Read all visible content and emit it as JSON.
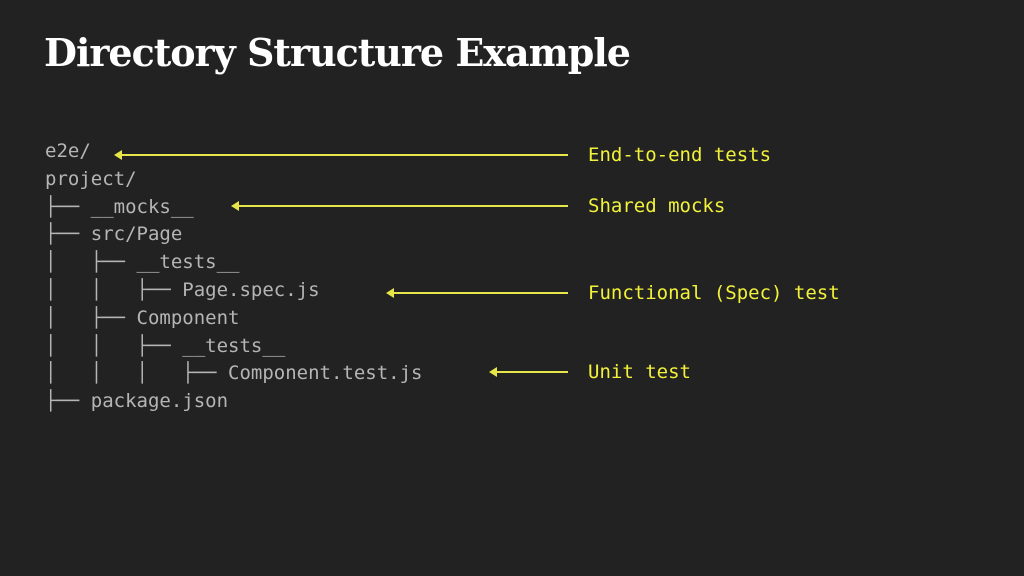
{
  "slide": {
    "title": "Directory Structure Example",
    "tree_lines": [
      "e2e/",
      "project/",
      "├── __mocks__",
      "├── src/Page",
      "│   ├── __tests__",
      "│   │   ├── Page.spec.js",
      "│   ├── Component",
      "│   │   ├── __tests__",
      "│   │   │   ├── Component.test.js",
      "├── package.json"
    ],
    "annotations": {
      "e2e": "End-to-end tests",
      "mocks": "Shared mocks",
      "spec": "Functional (Spec) test",
      "unit": "Unit test"
    }
  },
  "colors": {
    "background": "#222222",
    "title": "#ffffff",
    "tree_text": "#b5b5b5",
    "annotation": "#f2f23a"
  }
}
